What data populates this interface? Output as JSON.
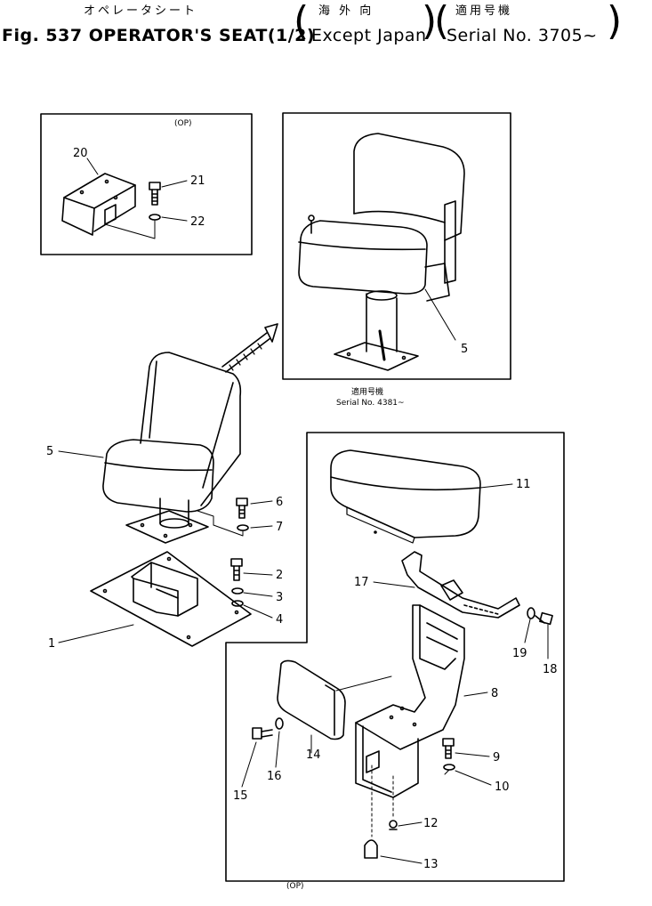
{
  "header": {
    "jp_title": "オペレータシート",
    "title": "Fig. 537 OPERATOR'S SEAT(1/2)",
    "jp_dest": "海 外 向",
    "dest": "Except Japan",
    "jp_serial": "適用号機",
    "serial": "Serial No. 3705~"
  },
  "diagram": {
    "op_label_top": "(OP)",
    "op_label_bottom": "(OP)",
    "inset_jp": "適用号機",
    "inset_serial": "Serial No. 4381~",
    "callouts": [
      "20",
      "21",
      "22",
      "5",
      "5",
      "6",
      "7",
      "2",
      "3",
      "4",
      "1",
      "11",
      "17",
      "19",
      "18",
      "8",
      "9",
      "10",
      "12",
      "13",
      "14",
      "15",
      "16"
    ]
  }
}
